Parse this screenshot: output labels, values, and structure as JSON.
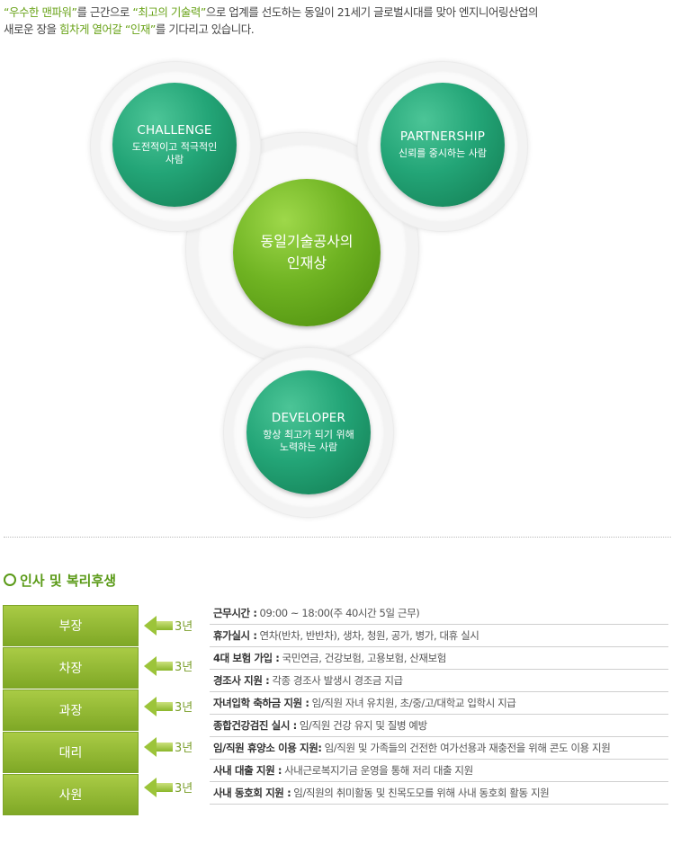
{
  "intro": {
    "line1_before": "",
    "q1": "“우수한 맨파워”",
    "line1_mid": "를 근간으로 ",
    "q2": "“최고의 기술력”",
    "line1_after": "으로 업계를 선도하는 동일이 21세기 글로벌시대를 맞아 엔지니어링산업의",
    "line2_before": "새로운 장을 ",
    "q3": "힘차게 열어갈 “인재”",
    "line2_after": "를 기다리고 있습니다."
  },
  "diagram": {
    "center": {
      "label": "동일기술공사의\n인재상"
    },
    "challenge": {
      "title": "CHALLENGE",
      "sub": "도전적이고 적극적인\n사람"
    },
    "partnership": {
      "title": "PARTNERSHIP",
      "sub": "신뢰를 중시하는 사람"
    },
    "developer": {
      "title": "DEVELOPER",
      "sub": "항상 최고가 되기 위해\n노력하는 사람"
    }
  },
  "section": {
    "title": "인사 및 복리후생"
  },
  "ranks": [
    "부장",
    "차장",
    "과장",
    "대리",
    "사원"
  ],
  "years": [
    "3년",
    "3년",
    "3년",
    "3년",
    "3년"
  ],
  "benefits": [
    {
      "label": "근무시간 :",
      "text": "09:00 ~ 18:00(주 40시간 5일 근무)"
    },
    {
      "label": "휴가실시 :",
      "text": "연차(반차, 반반차), 생차, 청원, 공가, 병가, 대휴 실시"
    },
    {
      "label": "4대 보험 가입 :",
      "text": "국민연금, 건강보험, 고용보험, 산재보험"
    },
    {
      "label": "경조사 지원 :",
      "text": "각종 경조사 발생시 경조금 지급"
    },
    {
      "label": "자녀입학 축하금 지원 :",
      "text": "임/직원 자녀 유치원, 초/중/고/대학교 입학시 지급"
    },
    {
      "label": "종합건강검진 실시 :",
      "text": "임/직원 건강 유지 및 질병 예방"
    },
    {
      "label": "임/직원 휴양소 이용 지원:",
      "text": "임/직원 및 가족들의 건전한 여가선용과 재충전을 위해 콘도 이용 지원"
    },
    {
      "label": "사내 대출 지원 :",
      "text": "사내근로복지기금 운영을 통해 저리 대출 지원"
    },
    {
      "label": "사내 동호회 지원 :",
      "text": "임/직원의 취미활동 및 친목도모를 위해 사내 동호회 활동 지원"
    }
  ],
  "colors": {
    "accent_green": "#6aa31a",
    "teal": "#23a577",
    "rank_green": "#8fb830"
  }
}
